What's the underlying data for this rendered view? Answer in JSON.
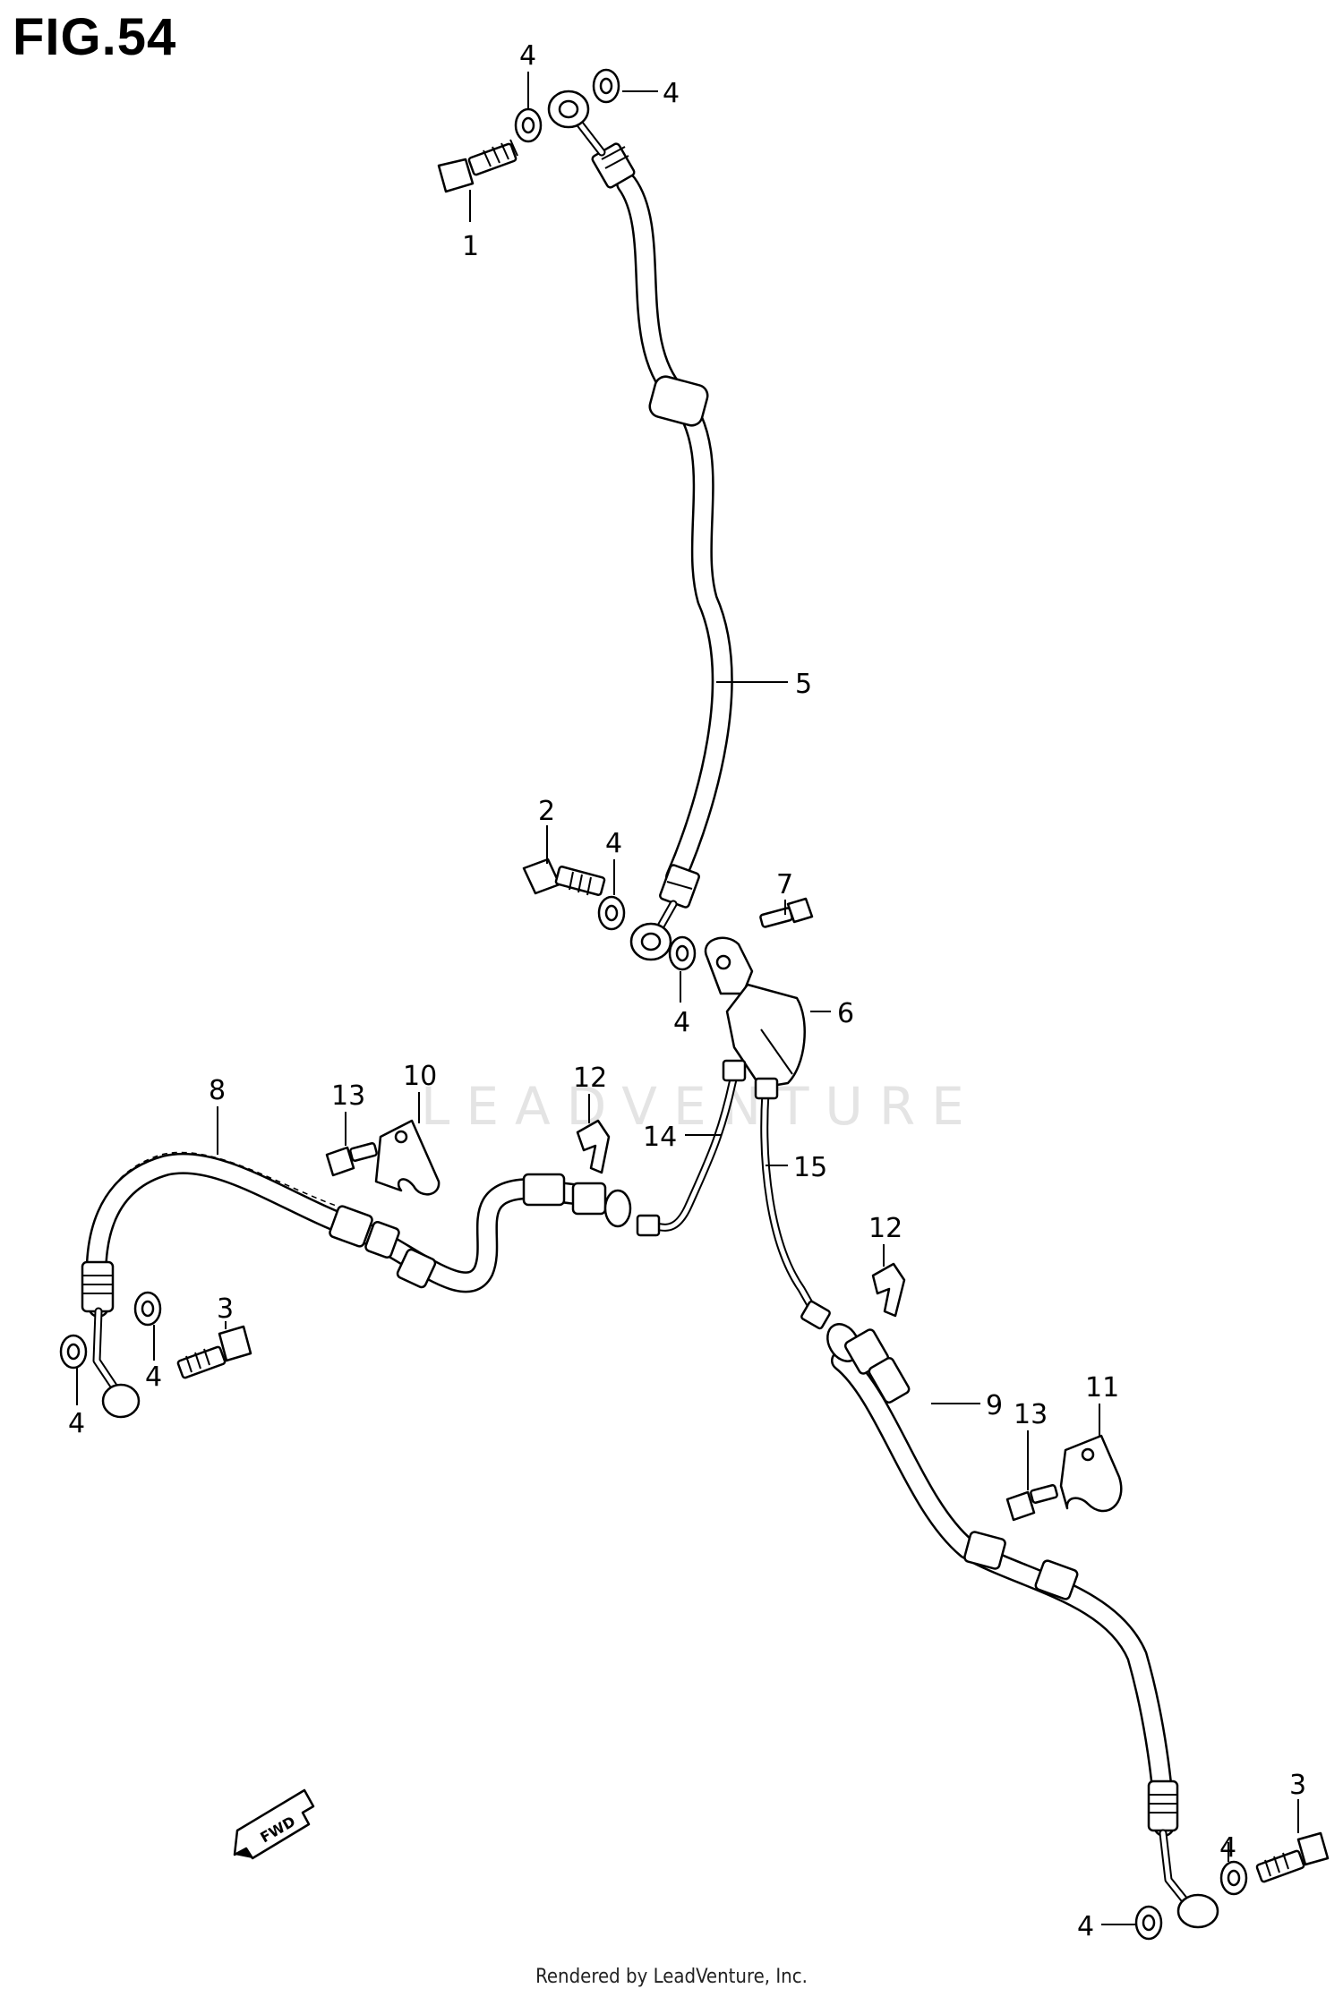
{
  "figure": {
    "title": "FIG.54",
    "watermark": "LEADVENTURE",
    "footer": "Rendered by LeadVenture, Inc.",
    "fwd_label": "FWD"
  },
  "callouts": [
    "1",
    "2",
    "3",
    "3",
    "4",
    "4",
    "4",
    "4",
    "4",
    "4",
    "4",
    "4",
    "5",
    "6",
    "7",
    "8",
    "9",
    "10",
    "11",
    "12",
    "12",
    "13",
    "13",
    "14",
    "15"
  ]
}
